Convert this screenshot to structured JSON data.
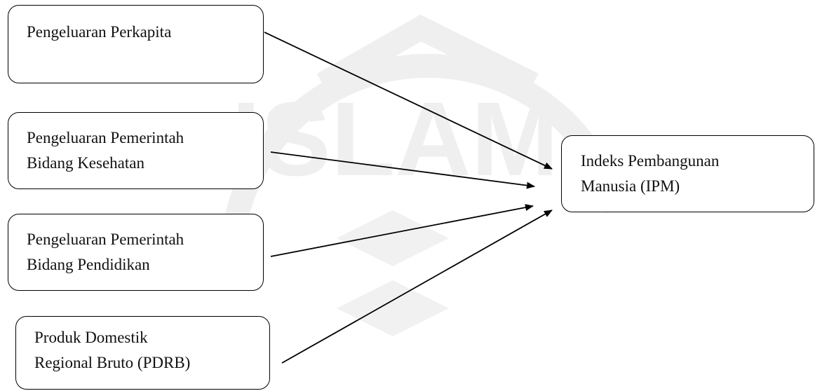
{
  "boxes": {
    "perkapita": {
      "lines": [
        "Pengeluaran Perkapita"
      ]
    },
    "kesehatan": {
      "lines": [
        "Pengeluaran Pemerintah",
        "Bidang Kesehatan"
      ]
    },
    "pendidikan": {
      "lines": [
        "Pengeluaran Pemerintah",
        "Bidang Pendidikan"
      ]
    },
    "pdrb": {
      "lines": [
        "Produk Domestik",
        "Regional Bruto (PDRB)"
      ]
    },
    "ipm": {
      "lines": [
        "Indeks Pembangunan",
        "Manusia (IPM)"
      ]
    }
  },
  "watermark": {
    "text": "ISLAM",
    "color": "#efefef"
  }
}
